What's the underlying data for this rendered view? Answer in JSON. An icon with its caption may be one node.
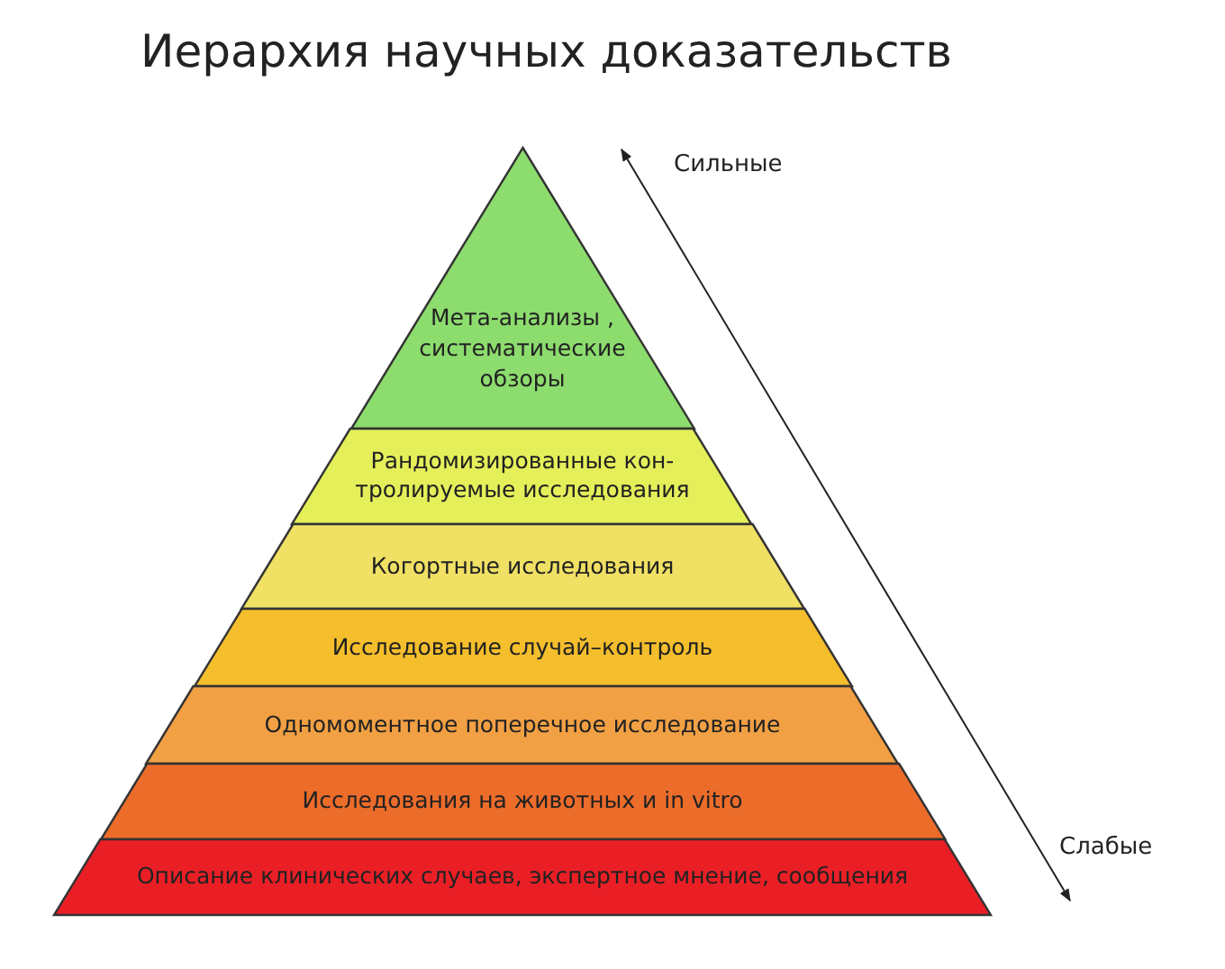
{
  "diagram": {
    "title": "Иерархия научных доказательств",
    "nodes": [
      {
        "text": [
          "Мета-анализы , систематические обзоры"
        ]
      },
      {
        "text": [
          "Рандомизированные кон- тролируемые исследования"
        ]
      },
      {
        "text": [
          "Когортные исследования"
        ]
      },
      {
        "text": [
          "Исследование случай–контроль"
        ]
      },
      {
        "text": [
          "Одномоментное поперечное исследование"
        ]
      },
      {
        "text": [
          "Исследования на животных и in vitro"
        ]
      },
      {
        "text": [
          "Описание клинических случаев, экспертное мнение, сообщения"
        ]
      }
    ],
    "labels": [
      "Сильные",
      "Слабые"
    ]
  }
}
